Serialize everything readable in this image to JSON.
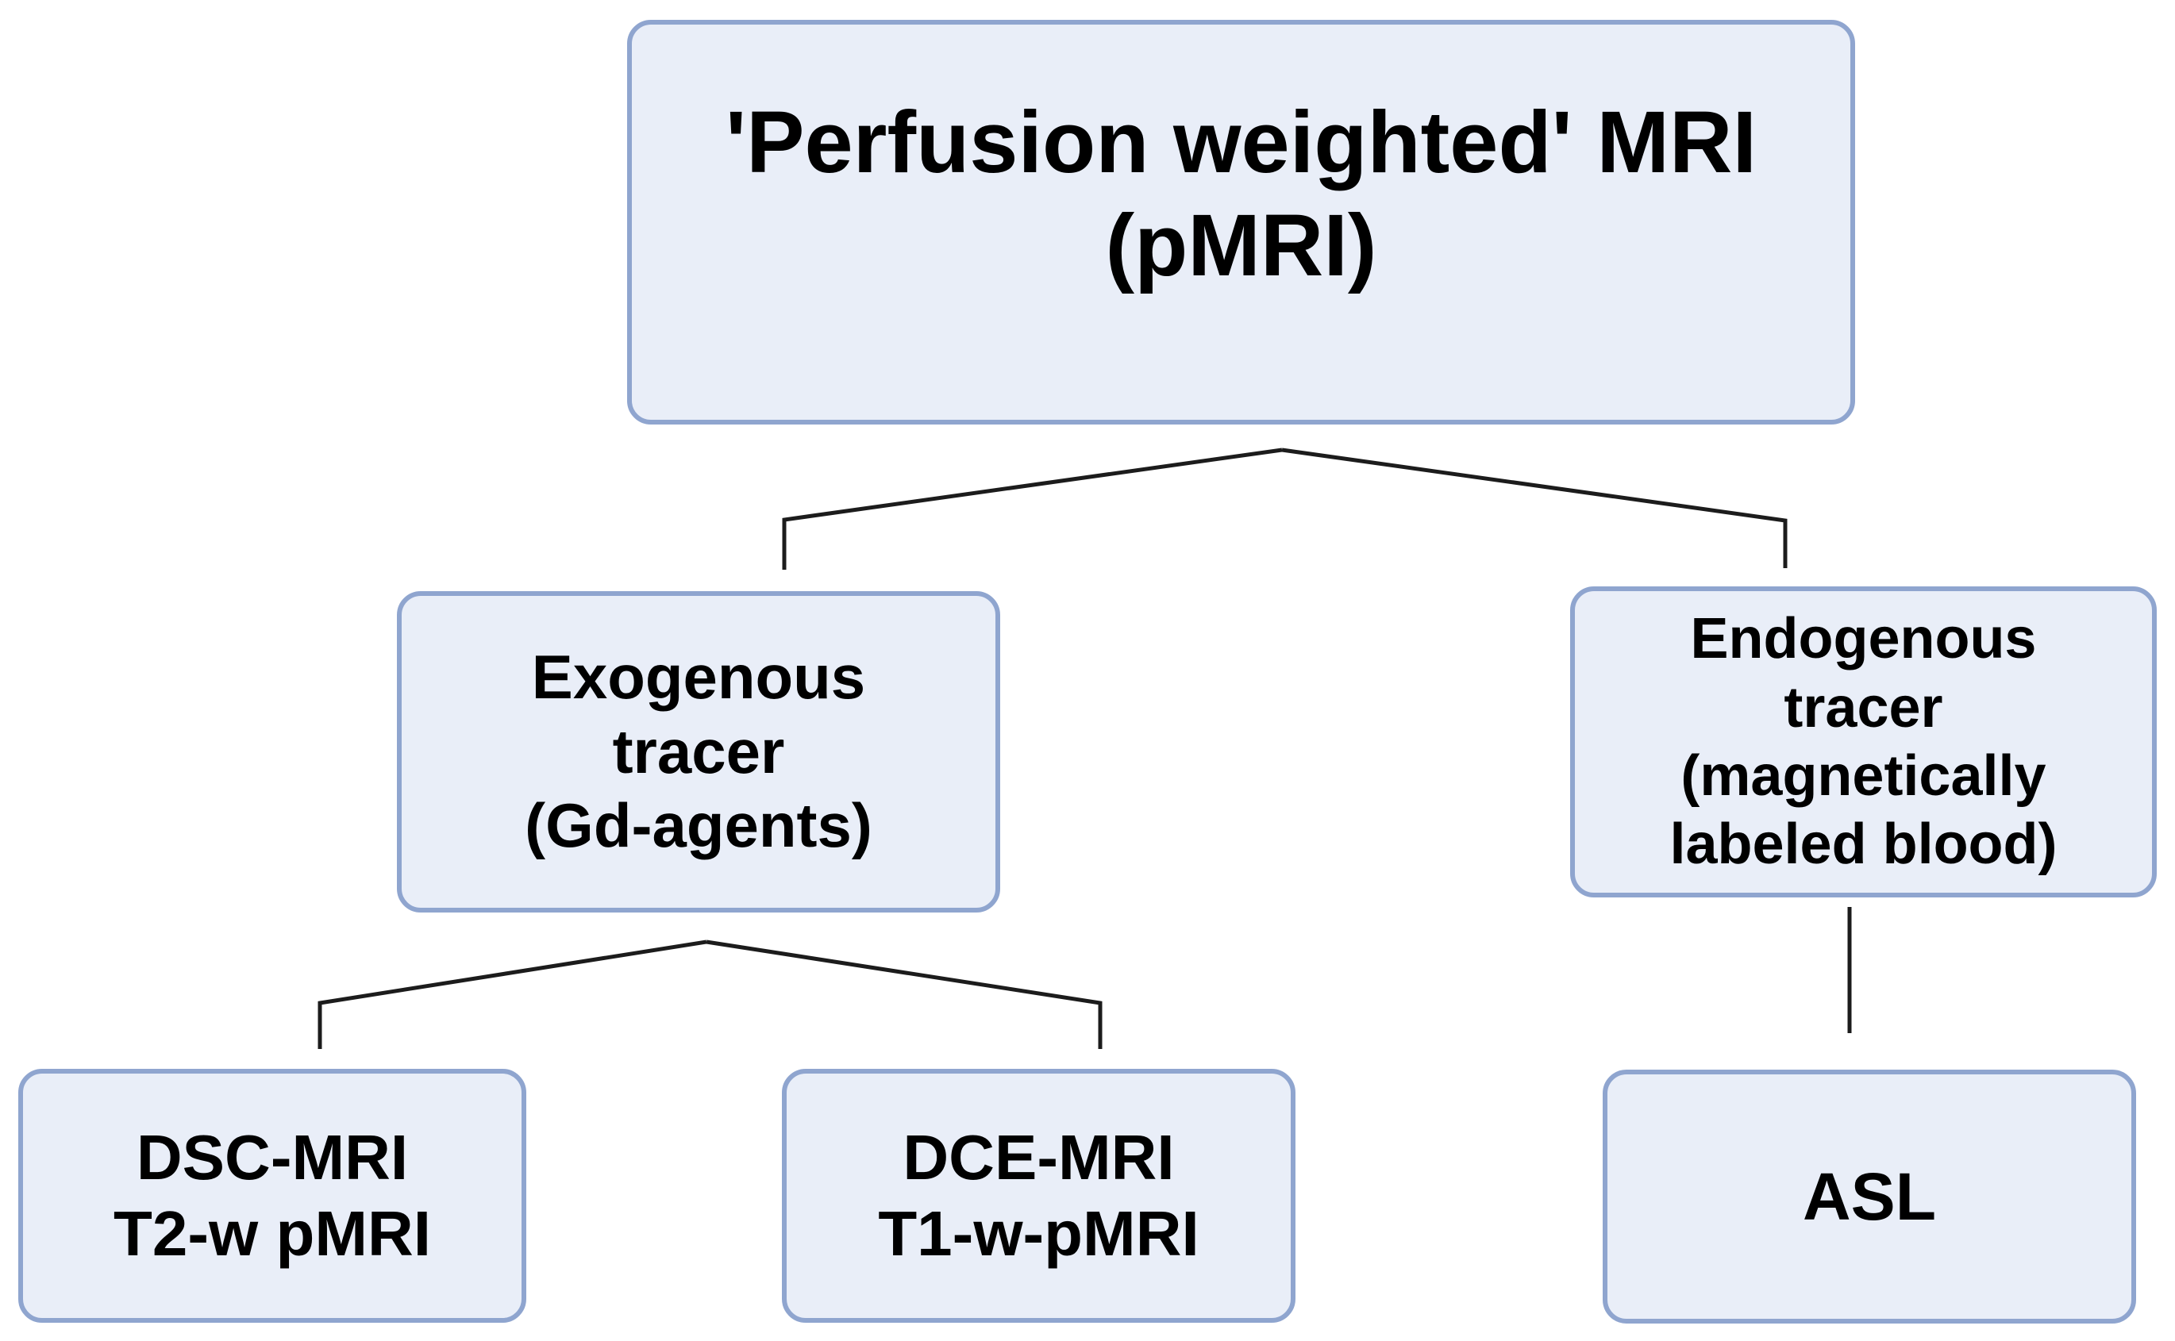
{
  "diagram": {
    "title": "'Perfusion weighted' MRI classification flowchart",
    "colors": {
      "background": "#ffffff",
      "node_fill": "#e9eef8",
      "node_border": "#8fa5cf",
      "line": "#1c1c1c",
      "text": "#000000"
    },
    "nodes": {
      "pmri": {
        "label": "'Perfusion weighted' MRI\n(pMRI)"
      },
      "exogenous": {
        "label": "Exogenous\ntracer\n(Gd-agents)"
      },
      "endogenous": {
        "label": "Endogenous\ntracer\n(magnetically\nlabeled blood)"
      },
      "dsc": {
        "label": "DSC-MRI\nT2-w pMRI"
      },
      "dce": {
        "label": "DCE-MRI\nT1-w-pMRI"
      },
      "asl": {
        "label": "ASL"
      }
    },
    "edges": [
      {
        "from": "pmri",
        "to": "exogenous"
      },
      {
        "from": "pmri",
        "to": "endogenous"
      },
      {
        "from": "exogenous",
        "to": "dsc"
      },
      {
        "from": "exogenous",
        "to": "dce"
      },
      {
        "from": "endogenous",
        "to": "asl"
      }
    ]
  }
}
